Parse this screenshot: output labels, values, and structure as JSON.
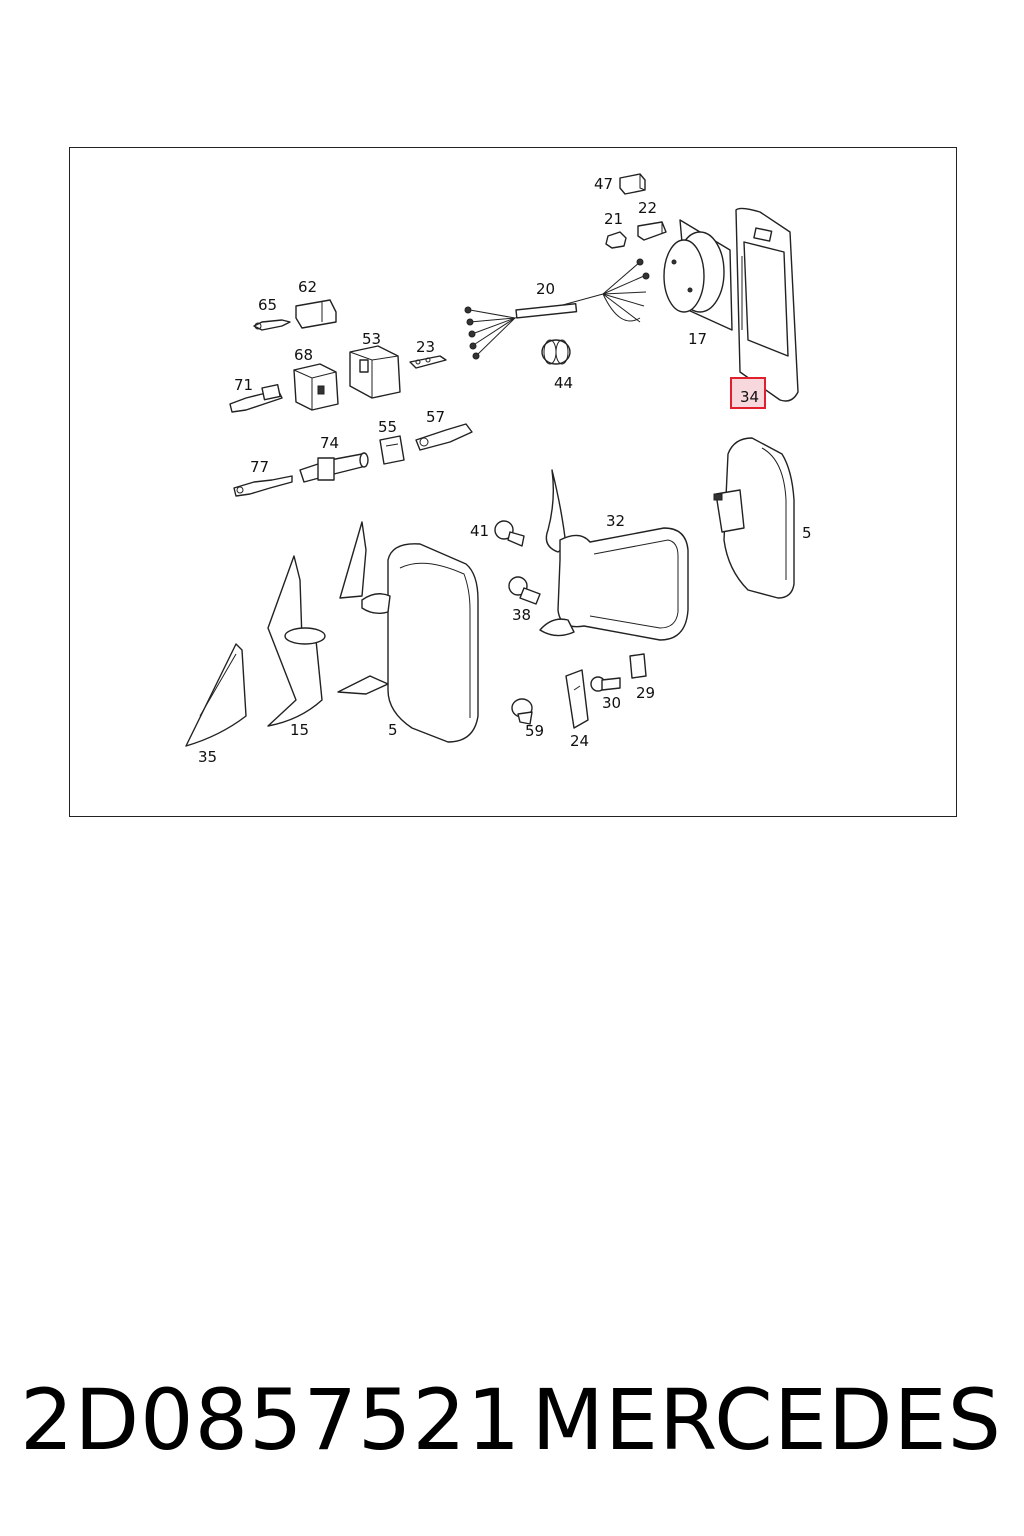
{
  "diagram": {
    "callouts": {
      "c47": "47",
      "c21": "21",
      "c22": "22",
      "c20": "20",
      "c62": "62",
      "c65": "65",
      "c17": "17",
      "c53": "53",
      "c68": "68",
      "c23": "23",
      "c44": "44",
      "c71": "71",
      "c34": "34",
      "c55": "55",
      "c57": "57",
      "c74": "74",
      "c77": "77",
      "c41": "41",
      "c32": "32",
      "c5_right": "5",
      "c38": "38",
      "c29": "29",
      "c30": "30",
      "c15": "15",
      "c5_left": "5",
      "c59": "59",
      "c24": "24",
      "c35": "35"
    },
    "highlighted_callout": "34",
    "highlight_color": "#e0202c"
  },
  "footer": {
    "part_number": "2D0857521",
    "brand": "MERCEDES"
  }
}
